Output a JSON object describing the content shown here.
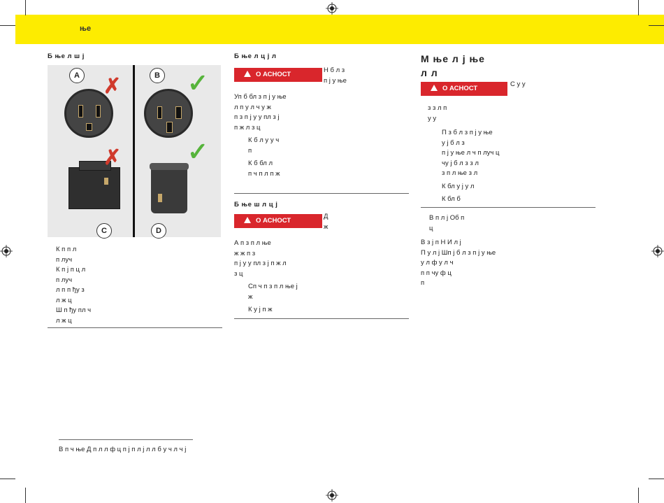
{
  "header": {
    "title": "ње"
  },
  "col1": {
    "heading": "Б      ње          л                   ш                           ј",
    "labels": {
      "a": "A",
      "b": "B",
      "c": "C",
      "d": "D"
    },
    "lines": [
      "К                   п                           п л",
      "                                   п      луч",
      "К                   п           ј  п          ц л",
      "                                   п      луч",
      "   л                    п               п    ђу з",
      "   л             ж  ц",
      "Ш                               п                ђу пл  ч",
      "   л             ж  ц"
    ]
  },
  "col2": {
    "heading1": "Б      ње                л  ц ј             л",
    "warning1": "О   АСНОСТ",
    "warn1_side": [
      "Н                       б л з",
      "        п ј у    ње"
    ],
    "para1": [
      "Уп          б                              бл  з      п ј у   ње",
      "  л   п       у                л            ч            у       ж",
      "п          з                      п ј          у      у              пл з ј",
      "п ж      л        з           ц"
    ],
    "item1": [
      "К  б л                                          у у    ч",
      "      п"
    ],
    "item2": [
      "К                                б            бл                     л",
      "      п    ч      п                           л   п          ж"
    ],
    "heading2": "Б      ње                   ш             л  ц ј",
    "warning2": "О   АСНОСТ",
    "warn2_side": [
      "Д",
      "   ж"
    ],
    "para2": [
      "А     п          з  п л     ње",
      "                                     ж       ж           п           з",
      "              п ј         у    у           пл з  ј   п   ж        л",
      "   з          ц"
    ],
    "item3": [
      "Сп      ч          п             з  п л      ње               ј",
      "                                                        ж"
    ],
    "item4": [
      "К                                     у  ј         п                     ж"
    ]
  },
  "col3": {
    "heading_line1": "М         ње          л                            ј         ње",
    "heading_line2": "         л                     л",
    "warning": "О   АСНОСТ",
    "warn_side": "С    у       у",
    "para_a": [
      "з                        з         л                            п",
      "  у    у"
    ],
    "items": [
      "П                      з                        б л    з      п ј у   ње",
      "                           у    ј               б л       з",
      "   п ј у   ње             л         ч          п      луч    ц",
      "             чу      ј          б л     з       з л",
      "з   п л     ње           з л",
      "К бл                 у  ј                              у              л",
      "К                                   бл           б"
    ],
    "para_b": [
      "В                  п   л   ј         Об                   п",
      "        ц"
    ],
    "para_c": [
      "В                з      ј          п  Н                  И  л  ј"
    ],
    "para_d": [
      "П        у  л  ј     Шп         ј             б л     з     п ј у   ње",
      "                        у                      л  ф         у           л           ч",
      "       п     п        чу                                                  ф   ц",
      "          п"
    ]
  },
  "footer": {
    "text": "В              п ч     ње   Д п л         л          ф         ц                    п             ј                п                                   л       ј                л        л              б  у   ч        л            ч                ј"
  }
}
